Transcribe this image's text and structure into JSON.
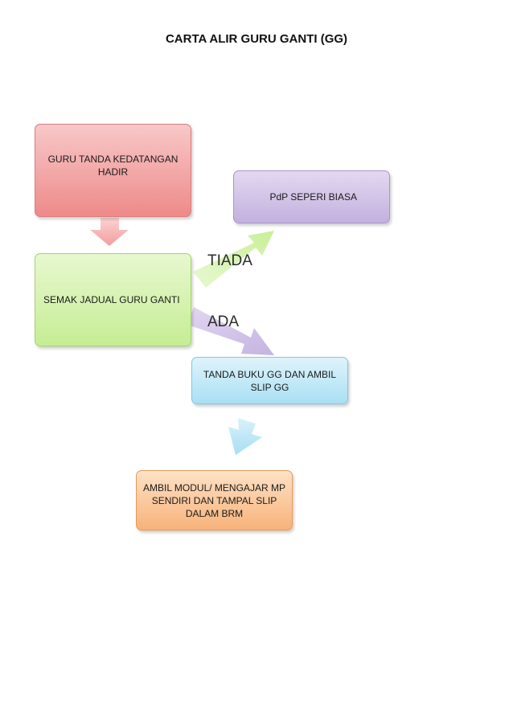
{
  "title": "CARTA ALIR GURU GANTI (GG)",
  "nodes": {
    "start": "GURU TANDA KEDATANGAN HADIR",
    "check": "SEMAK JADUAL GURU GANTI",
    "normal": "PdP SEPERI BIASA",
    "sign": "TANDA BUKU GG DAN AMBIL SLIP GG",
    "module": "AMBIL MODUL/ MENGAJAR MP SENDIRI DAN TAMPAL SLIP DALAM BRM"
  },
  "edges": {
    "no": "TIADA",
    "yes": "ADA"
  },
  "colors": {
    "start": "#ee8a8a",
    "check": "#c6ed94",
    "normal": "#c2b1de",
    "sign": "#a9e0f4",
    "module": "#f8b27a"
  }
}
